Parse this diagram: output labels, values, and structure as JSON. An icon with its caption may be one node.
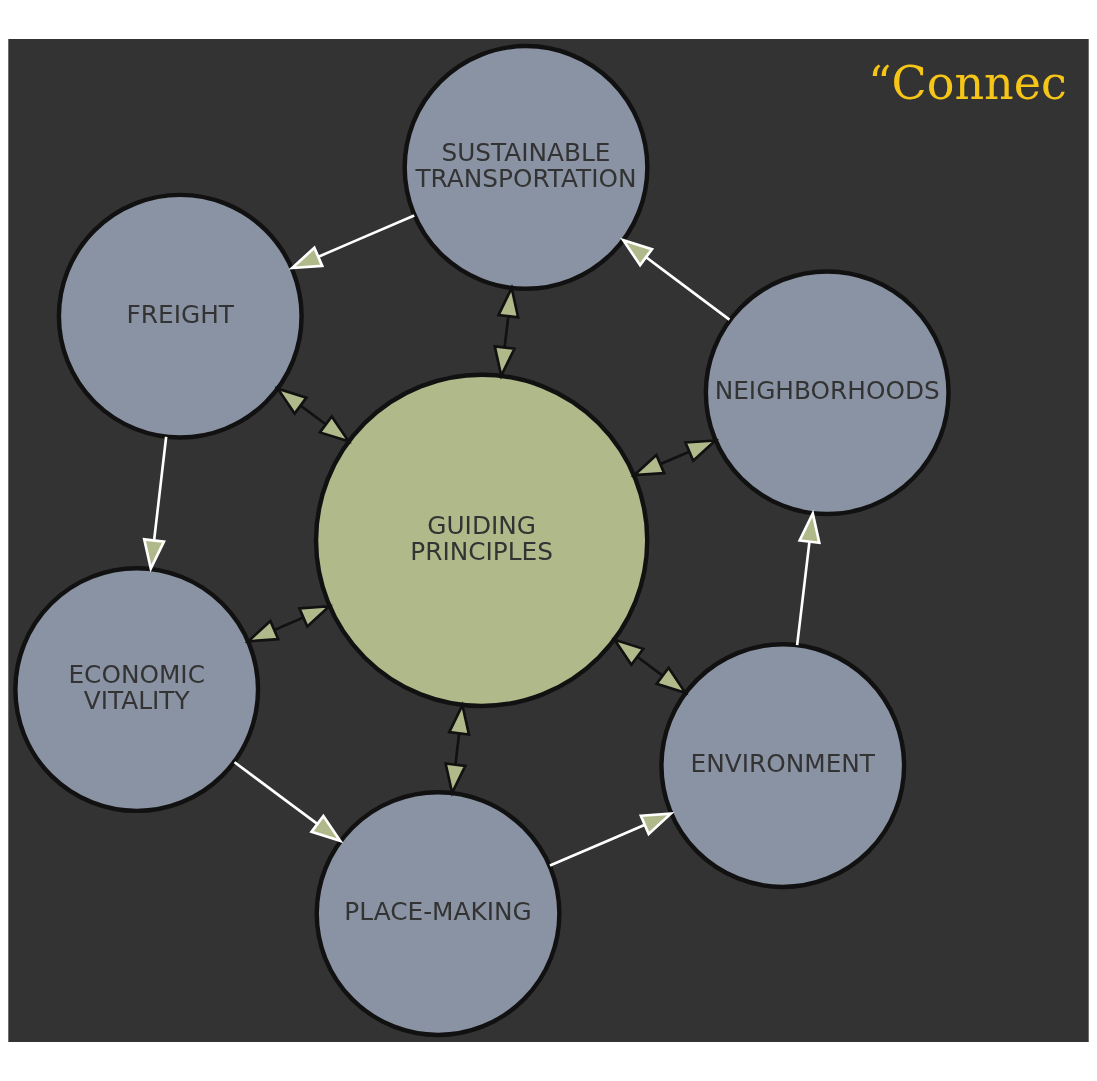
{
  "diagram": {
    "nodes": [
      {
        "text": [
          "GUIDING PRINCIPLES"
        ]
      },
      {
        "text": [
          "NEIGHBORHOODS"
        ]
      },
      {
        "text": [
          "ENVIRONMENT"
        ]
      },
      {
        "text": [
          "SUSTAINABLE TRANSPORTATION"
        ]
      },
      {
        "text": [
          "PLACE-MAKING"
        ]
      },
      {
        "text": [
          "FREIGHT"
        ]
      },
      {
        "text": [
          "ECONOMIC VITALITY"
        ]
      }
    ],
    "edges": [
      {
        "from": 0,
        "to": 1,
        "arrow": "both"
      },
      {
        "from": 0,
        "to": 2,
        "arrow": "both"
      },
      {
        "from": 0,
        "to": 3,
        "arrow": "both"
      },
      {
        "from": 0,
        "to": 4,
        "arrow": "both"
      },
      {
        "from": 0,
        "to": 5,
        "arrow": "both"
      },
      {
        "from": 0,
        "to": 6,
        "arrow": "both"
      },
      {
        "from": 2,
        "to": 1,
        "arrow": "to",
        "color": "#ffffff"
      },
      {
        "from": 1,
        "to": 3,
        "arrow": "to",
        "color": "#ffffff"
      },
      {
        "from": 3,
        "to": 5,
        "arrow": "to",
        "color": "#ffffff"
      },
      {
        "from": 5,
        "to": 6,
        "arrow": "to",
        "color": "#ffffff"
      },
      {
        "from": 6,
        "to": 4,
        "arrow": "to",
        "color": "#ffffff"
      },
      {
        "from": 4,
        "to": 2,
        "arrow": "to",
        "color": "#ffffff"
      }
    ],
    "labels": [
      "“Connec"
    ]
  }
}
